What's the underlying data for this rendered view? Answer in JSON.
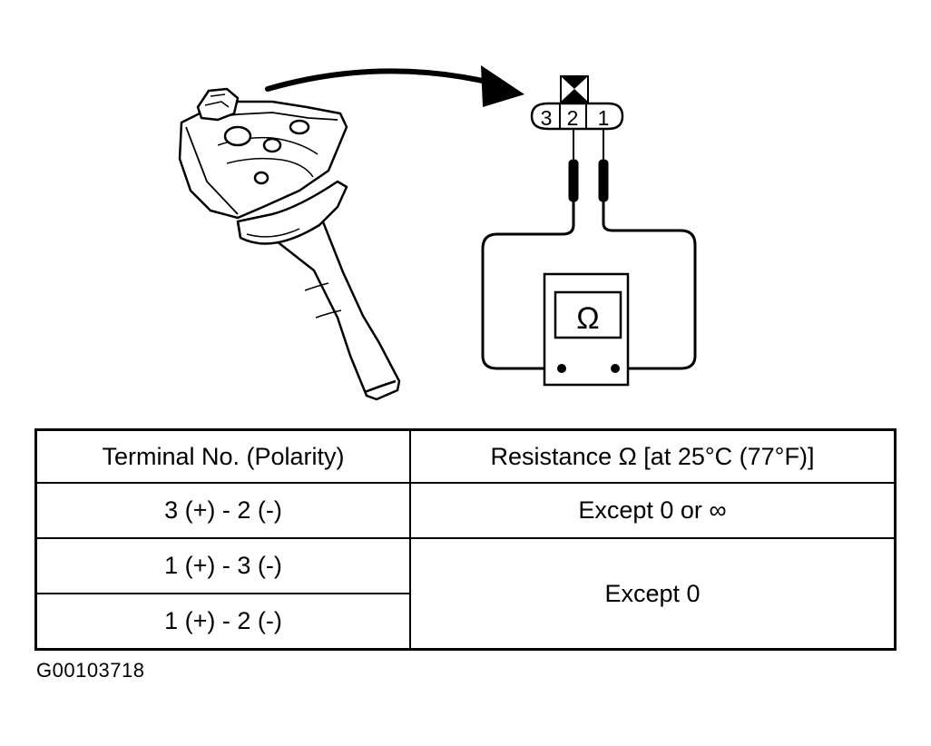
{
  "connector": {
    "terminals": [
      "3",
      "2",
      "1"
    ]
  },
  "meter": {
    "symbol": "Ω"
  },
  "table": {
    "headers": [
      "Terminal No. (Polarity)",
      "Resistance Ω [at 25°C (77°F)]"
    ],
    "rows": [
      {
        "terminals": "3 (+) - 2 (-)",
        "resistance": "Except 0 or ∞"
      },
      {
        "terminals": "1 (+) - 3 (-)",
        "resistance": "Except 0"
      },
      {
        "terminals": "1 (+) - 2 (-)",
        "resistance": ""
      }
    ]
  },
  "figure_id": "G00103718"
}
